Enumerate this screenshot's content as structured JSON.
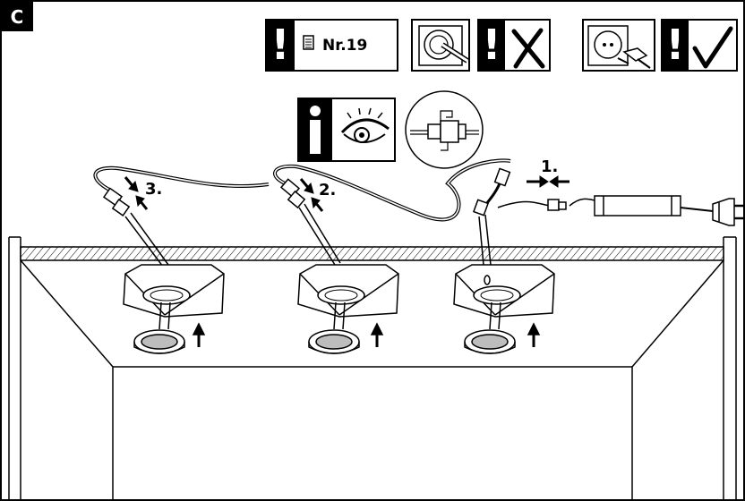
{
  "section_letter": "C",
  "reference": {
    "label": "Nr.19"
  },
  "steps": {
    "step1": "1.",
    "step2": "2.",
    "step3": "3."
  },
  "warning_symbols": {
    "exclamation": "!",
    "info": "i"
  },
  "colors": {
    "line": "#000000",
    "background": "#ffffff",
    "lens": "#bdbdbd"
  },
  "icons": [
    "exclamation-icon",
    "document-icon",
    "socket-plug-icon",
    "cross-mark-icon",
    "socket-unplugged-icon",
    "check-mark-icon",
    "info-icon",
    "eye-icon",
    "connector-detail-icon",
    "driver-icon",
    "plug-icon",
    "arrow-up-icon"
  ]
}
